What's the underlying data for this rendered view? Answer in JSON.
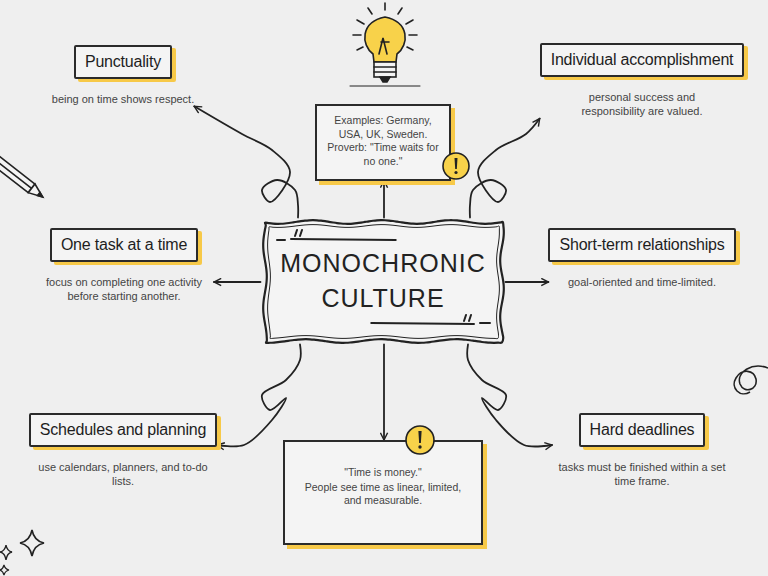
{
  "diagram": {
    "nodes": [
      {
        "text": [
          "Punctuality",
          "being on time shows respect."
        ]
      },
      {
        "text": [
          "Examples: Germany, USA, UK, Sweden. Proverb: \"Time waits for no one.\""
        ]
      },
      {
        "text": [
          "Individual accomplishment",
          "personal success and responsibility are valued."
        ]
      },
      {
        "text": [
          "One task at a time",
          "focus on completing one activity before starting another."
        ]
      },
      {
        "text": [
          "MONOCHRONIC CULTURE"
        ]
      },
      {
        "text": [
          "Short-term relationships",
          "goal-oriented and time-limited."
        ]
      },
      {
        "text": [
          "Schedules and planning",
          "use calendars, planners, and to-do lists."
        ]
      },
      {
        "text": [
          "\"Time is money.\"",
          "People see time as linear, limited, and measurable."
        ]
      },
      {
        "text": [
          "Hard deadlines",
          "tasks must be finished within a set time frame."
        ]
      }
    ],
    "edges": [
      {
        "from": 4,
        "to": 0,
        "arrow": "to"
      },
      {
        "from": 4,
        "to": 1,
        "arrow": "to"
      },
      {
        "from": 4,
        "to": 2,
        "arrow": "to"
      },
      {
        "from": 4,
        "to": 3,
        "arrow": "to"
      },
      {
        "from": 4,
        "to": 5,
        "arrow": "to"
      },
      {
        "from": 4,
        "to": 6,
        "arrow": "to"
      },
      {
        "from": 4,
        "to": 7,
        "arrow": "to"
      },
      {
        "from": 4,
        "to": 8,
        "arrow": "to"
      }
    ]
  }
}
